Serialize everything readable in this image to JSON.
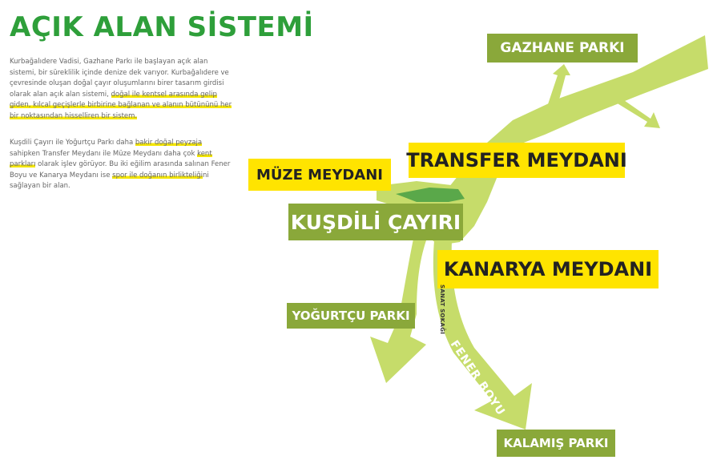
{
  "title": "AÇIK ALAN SİSTEMİ",
  "para1": {
    "t1": "Kurbağalıdere Vadisi, Gazhane Parkı ile başlayan açık alan sistemi, bir süreklilik içinde denize dek varıyor. Kurbağalıdere ve çevresinde oluşan doğal çayır oluşumlarını birer tasarım girdisi olarak alan açık alan sistemi, ",
    "h1": "doğal ile kentsel arasında gelip giden, kılcal geçişlerle birbirine bağlanan ve alanın bütününü her bir noktasından hisselliren bir sistem."
  },
  "para2": {
    "t1": "Kuşdili Çayırı ile Yoğurtçu Parkı daha ",
    "h1": "bakir doğal peyzaja",
    "t2": " sahipken Transfer Meydanı ile Müze Meydanı daha çok ",
    "h2": "kent parkları",
    "t3": " olarak işlev görüyor. Bu iki eğilim arasında salınan Fener Boyu ve Kanarya Meydanı ise ",
    "h3": "spor ile doğanın birlikteliği",
    "t4": "ni sağlayan bir alan."
  },
  "labels": {
    "gazhane": "GAZHANE PARKI",
    "transfer": "TRANSFER MEYDANI",
    "muze": "MÜZE MEYDANI",
    "kusdili": "KUŞDİLİ ÇAYIRI",
    "kanarya": "KANARYA MEYDANI",
    "yogurtcu": "YOĞURTÇU PARKI",
    "kalamis": "KALAMIŞ PARKI",
    "sanat": "SANAT SOKAĞI",
    "fener": "FENER BOYU"
  },
  "colors": {
    "title": "#2e9f3a",
    "olive": "#8aa83a",
    "yellow": "#ffe400",
    "light_green": "#c6dc6a",
    "dark_green": "#5aa84a",
    "highlight": "#f4e600"
  }
}
